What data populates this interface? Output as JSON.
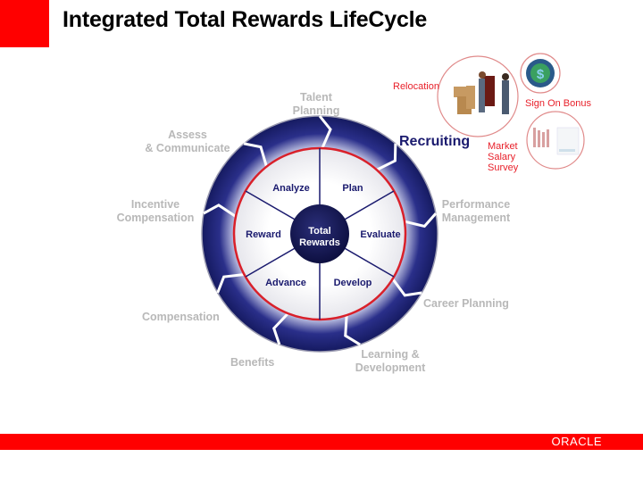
{
  "slide": {
    "title": "Integrated Total Rewards LifeCycle",
    "accent_color": "#ff0000",
    "brand": "ORACLE"
  },
  "center": {
    "label_line1": "Total",
    "label_line2": "Rewards"
  },
  "inner_segments": [
    {
      "label": "Analyze"
    },
    {
      "label": "Plan"
    },
    {
      "label": "Evaluate"
    },
    {
      "label": "Develop"
    },
    {
      "label": "Advance"
    },
    {
      "label": "Reward"
    }
  ],
  "outer_stages": [
    {
      "line1": "Talent",
      "line2": "Planning"
    },
    {
      "label": "Recruiting"
    },
    {
      "line1": "Performance",
      "line2": "Management"
    },
    {
      "label": "Career Planning"
    },
    {
      "line1": "Learning &",
      "line2": "Development"
    },
    {
      "label": "Benefits"
    },
    {
      "label": "Compensation"
    },
    {
      "line1": "Incentive",
      "line2": "Compensation"
    },
    {
      "line1": "Assess",
      "line2": "& Communicate"
    }
  ],
  "recruiting_details": {
    "relocation": "Relocation",
    "sign_on_bonus": "Sign On Bonus",
    "market_salary_survey": [
      "Market",
      "Salary",
      "Survey"
    ]
  },
  "colors": {
    "navy": "#1a1a6e",
    "ring_red": "#d9202a",
    "gray_text": "#b8b8b8",
    "label_red": "#e8202a"
  }
}
